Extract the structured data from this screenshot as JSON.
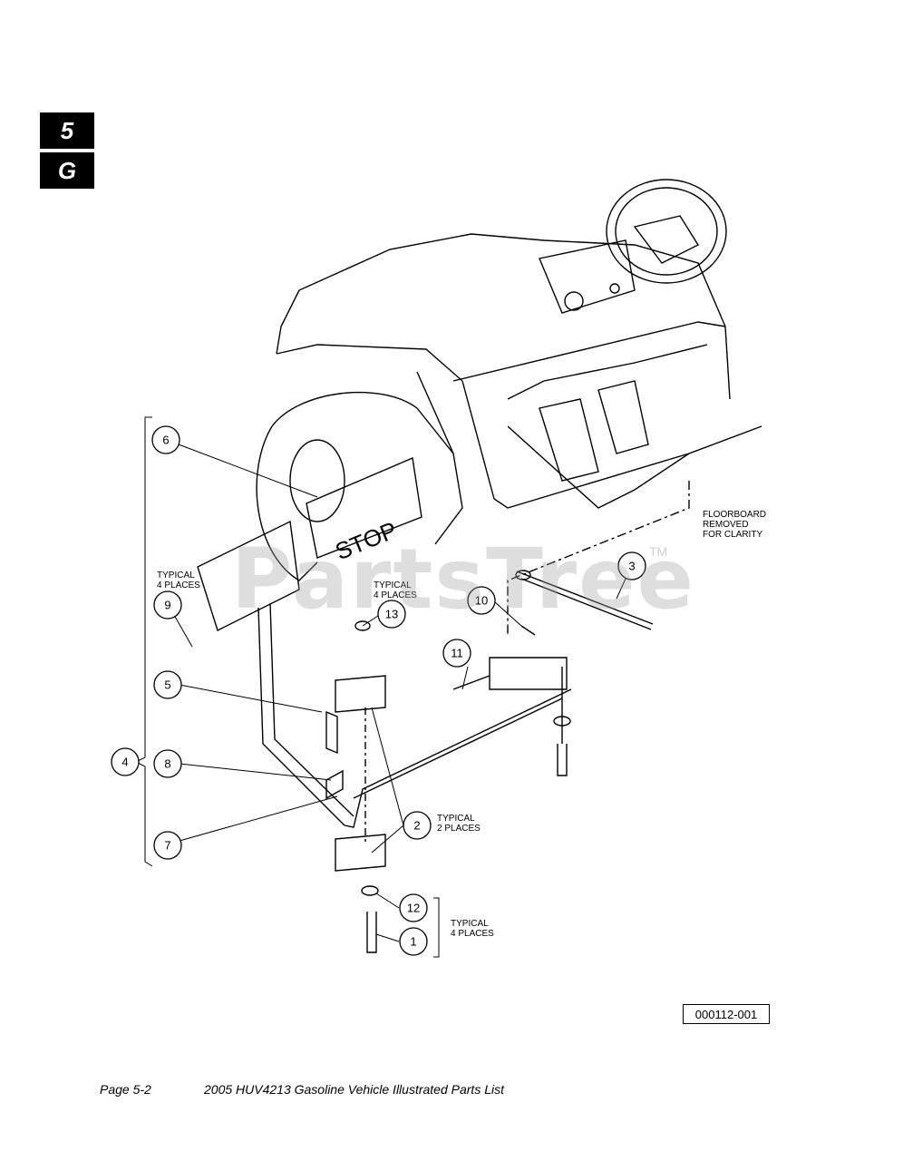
{
  "section_tabs": [
    "5",
    "G"
  ],
  "diagram": {
    "stop_label": "STOP",
    "callouts": [
      "1",
      "2",
      "3",
      "4",
      "5",
      "6",
      "7",
      "8",
      "9",
      "10",
      "11",
      "12",
      "13"
    ],
    "notes": {
      "typical_4_places_a_1": "TYPICAL",
      "typical_4_places_a_2": "4 PLACES",
      "typical_4_places_b_1": "TYPICAL",
      "typical_4_places_b_2": "4 PLACES",
      "typical_2_places_1": "TYPICAL",
      "typical_2_places_2": "2 PLACES",
      "typical_4_places_c_1": "TYPICAL",
      "typical_4_places_c_2": "4 PLACES",
      "floorboard_1": "FLOORBOARD",
      "floorboard_2": "REMOVED",
      "floorboard_3": "FOR CLARITY"
    },
    "figure_id": "000112-001",
    "watermark": "PartsTree",
    "watermark_tm": "TM"
  },
  "footer": {
    "page": "Page 5-2",
    "doc_title": "2005 HUV4213 Gasoline Vehicle Illustrated Parts List"
  }
}
